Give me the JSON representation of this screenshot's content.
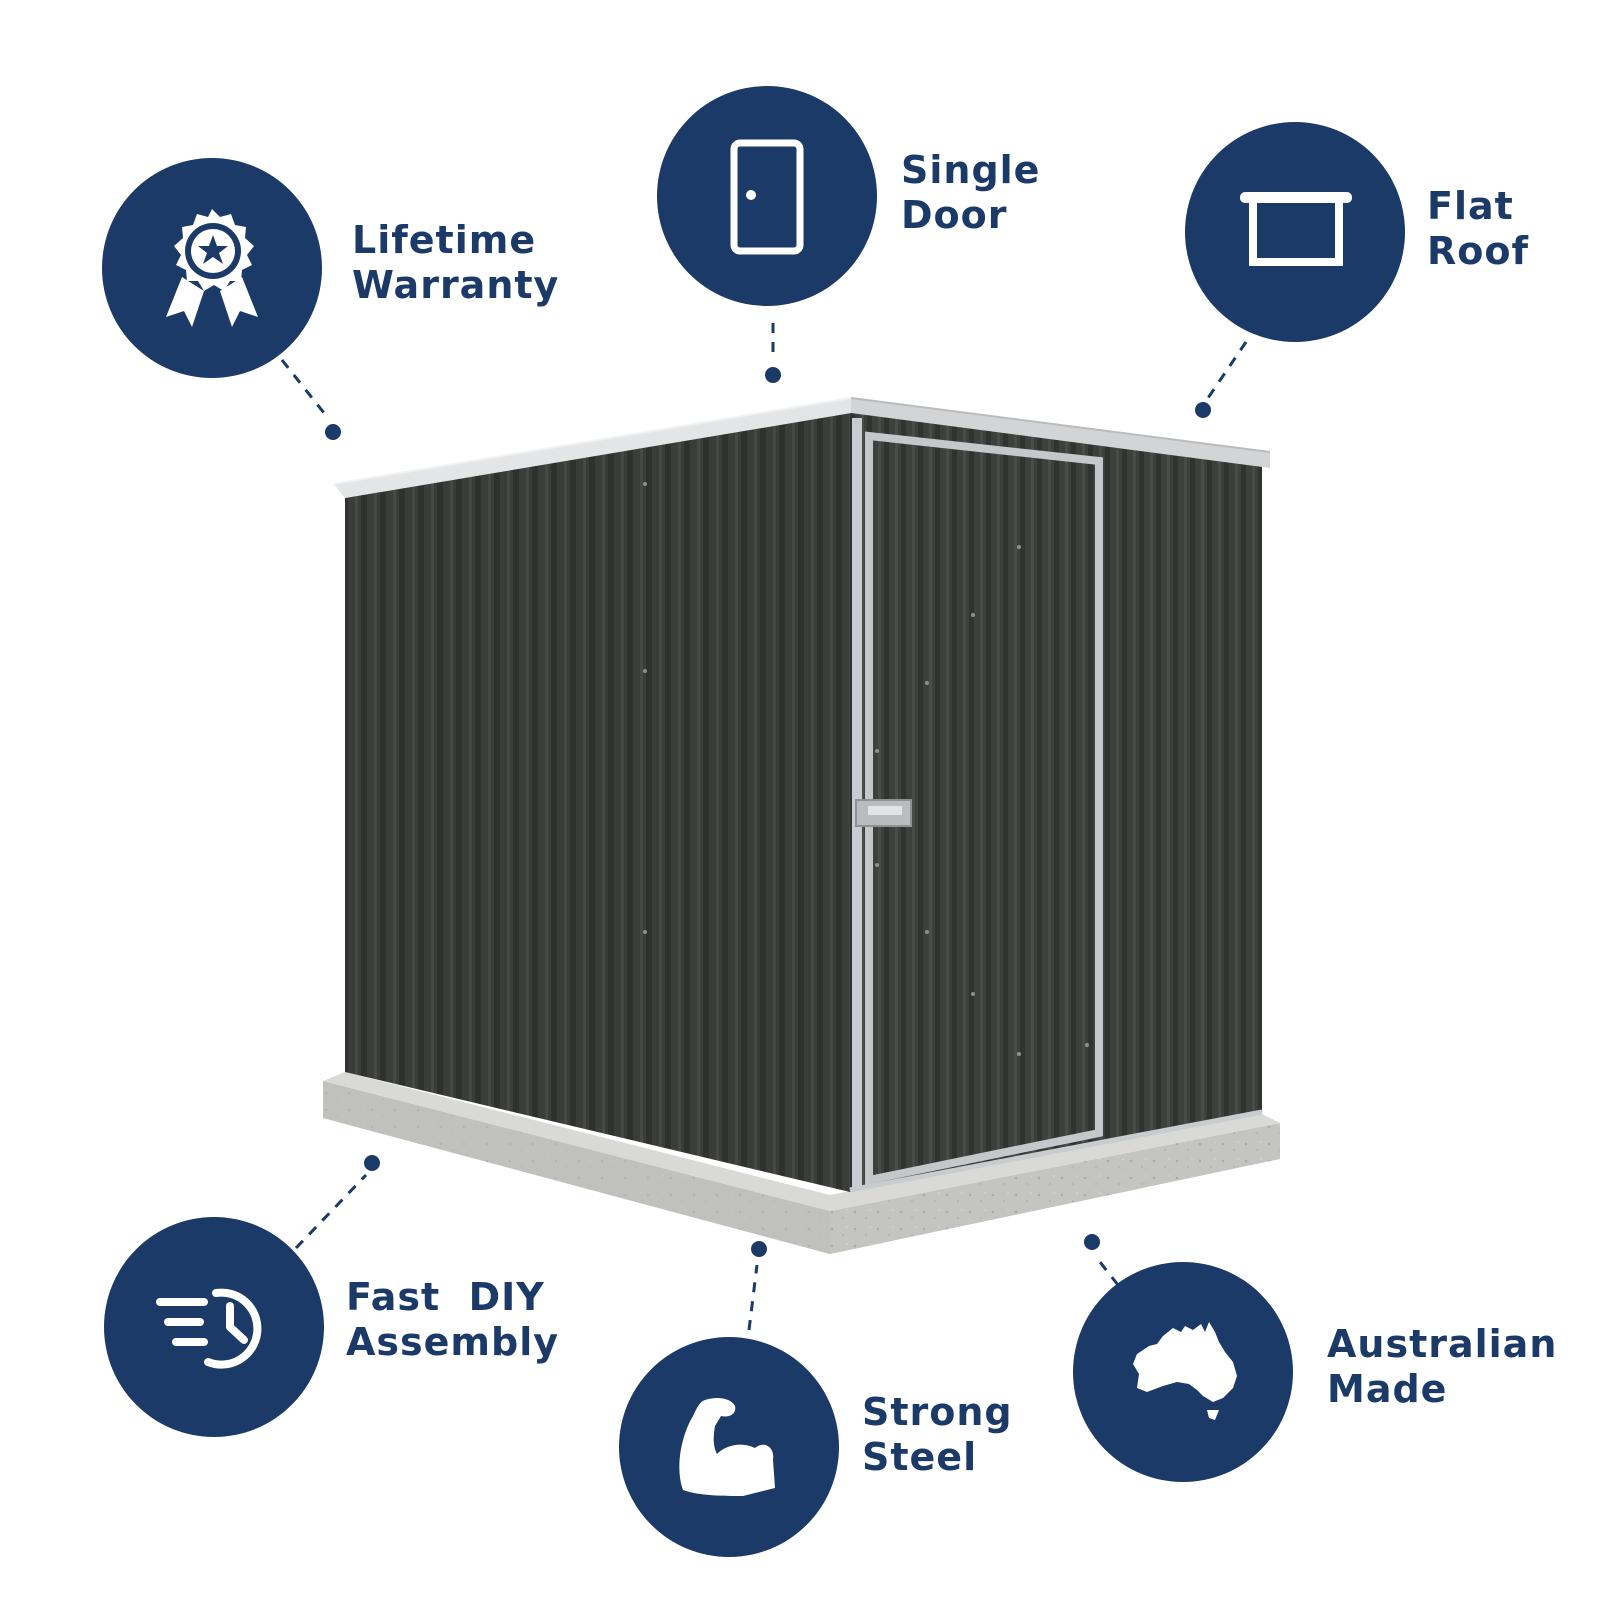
{
  "colors": {
    "brand_navy": "#1b3a67",
    "shed_body": "#3c3e3b",
    "shed_trim": "#c9ccce",
    "slab": "#c6c6c3"
  },
  "features": [
    {
      "id": "lifetime-warranty",
      "icon": "award-ribbon-icon",
      "line1": "Lifetime",
      "line2": "Warranty"
    },
    {
      "id": "single-door",
      "icon": "door-icon",
      "line1": "Single",
      "line2": "Door"
    },
    {
      "id": "flat-roof",
      "icon": "flat-roof-icon",
      "line1": "Flat",
      "line2": "Roof"
    },
    {
      "id": "fast-diy-assembly",
      "icon": "fast-clock-icon",
      "line1": "Fast  DIY",
      "line2": "Assembly"
    },
    {
      "id": "strong-steel",
      "icon": "flexed-arm-icon",
      "line1": "Strong",
      "line2": "Steel"
    },
    {
      "id": "australian-made",
      "icon": "australia-map-icon",
      "line1": "Australian",
      "line2": "Made"
    }
  ]
}
